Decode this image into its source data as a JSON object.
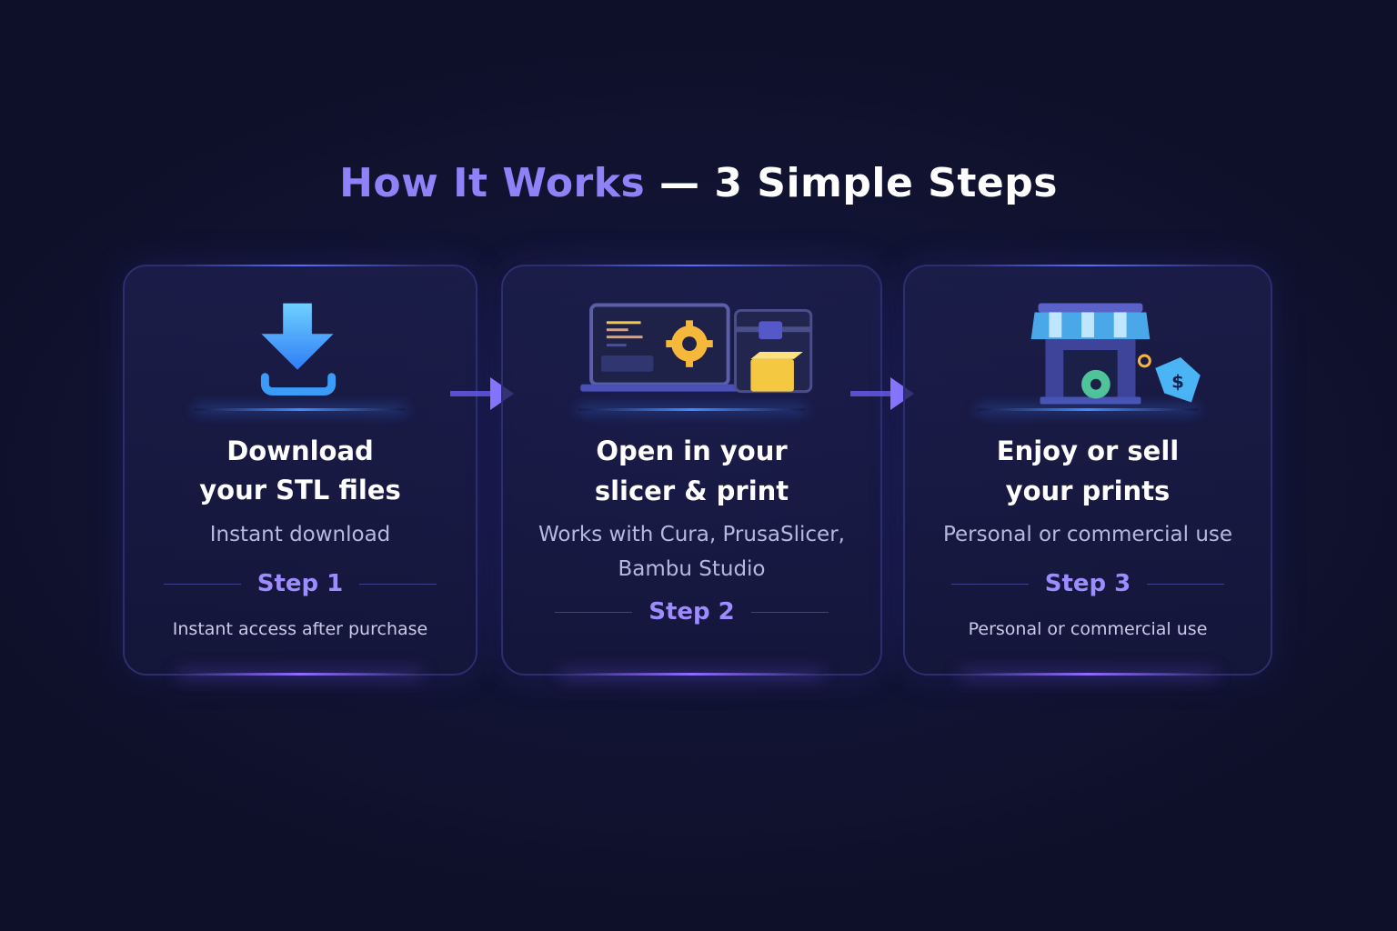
{
  "title": {
    "accent": "How It Works",
    "rest": " — 3 Simple Steps"
  },
  "steps": [
    {
      "heading_1": "Download",
      "heading_2": "your STL files",
      "subtitle": "Instant download",
      "step_label": "Step 1",
      "footer": "Instant access after purchase",
      "icon": "download-icon"
    },
    {
      "heading_1": "Open in your",
      "heading_2": "slicer & print",
      "subtitle_1": "Works with Cura, PrusaSlicer,",
      "subtitle_2": "Bambu Studio",
      "step_label": "Step 2",
      "icon": "laptop-3d-printer-icon"
    },
    {
      "heading_1": "Enjoy or sell",
      "heading_2": "your prints",
      "subtitle": "Personal or commercial use",
      "step_label": "Step 3",
      "footer": "Personal or commercial use",
      "icon": "storefront-price-tag-icon"
    }
  ],
  "colors": {
    "accent": "#8f82f8",
    "background": "#121435",
    "step": "#9c8cff"
  }
}
